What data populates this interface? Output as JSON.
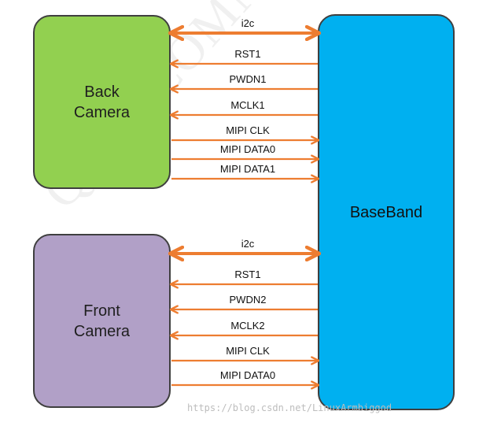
{
  "blocks": {
    "back_camera": [
      "Back",
      "Camera"
    ],
    "front_camera": [
      "Front",
      "Camera"
    ],
    "baseband": "BaseBand"
  },
  "signals_back": [
    {
      "label": "i2c",
      "dir": "both",
      "bold": true
    },
    {
      "label": "RST1",
      "dir": "left"
    },
    {
      "label": "PWDN1",
      "dir": "left"
    },
    {
      "label": "MCLK1",
      "dir": "left"
    },
    {
      "label": "MIPI CLK",
      "dir": "right"
    },
    {
      "label": "MIPI DATA0",
      "dir": "right"
    },
    {
      "label": "MIPI DATA1",
      "dir": "right"
    }
  ],
  "signals_front": [
    {
      "label": "i2c",
      "dir": "both",
      "bold": true
    },
    {
      "label": "RST1",
      "dir": "left"
    },
    {
      "label": "PWDN2",
      "dir": "left"
    },
    {
      "label": "MCLK2",
      "dir": "left"
    },
    {
      "label": "MIPI CLK",
      "dir": "right"
    },
    {
      "label": "MIPI DATA0",
      "dir": "right"
    }
  ],
  "watermark_url": "https://blog.csdn.net/LinuxArmbiggod",
  "watermark_text": "QUALCOMM CONFIDENTIAL",
  "colors": {
    "arrow": "#ed7d31",
    "back": "#92d050",
    "front": "#b1a0c7",
    "baseband": "#00b0f0"
  }
}
